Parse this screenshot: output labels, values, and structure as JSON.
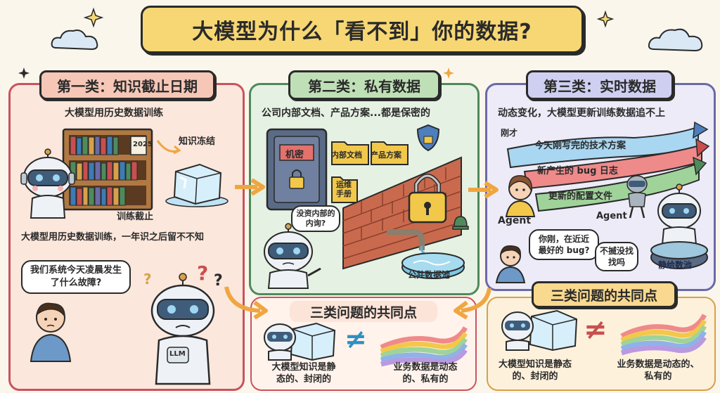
{
  "title": "大模型为什么「看不到」你的数据?",
  "panel1": {
    "tag": "第一类：知识截止日期",
    "subtitle": "大模型用历史数据训练",
    "year": "2025",
    "freeze_label": "知识冻结",
    "cutoff_label": "训练截止",
    "caption": "大模型用历史数据训练，一年识之后留不不知",
    "user_question": "我们系统今天凌晨发生了什么故障?",
    "robot_badge": "LLM"
  },
  "panel2": {
    "tag": "第二类：私有数据",
    "subtitle": "公司内部文档、产品方案...都是保密的",
    "safe_label": "机密",
    "folders": [
      "内部文档",
      "产品方案",
      "运维手册"
    ],
    "robot_question": "没资内部的内询?",
    "pool_label": "公共数据池"
  },
  "panel3": {
    "tag": "第三类：实时数据",
    "subtitle": "动态变化，大模型更新训练数据追不上",
    "just_now": "刚才",
    "streams": [
      "今天刚写完的技术方案",
      "新产生的 bug 日志",
      "更新的配置文件"
    ],
    "agent_left": "Agent",
    "agent_right": "Agent",
    "bubble_question": "你刚，在近近最好的 bug?",
    "bubble_reply": "不揻没找找吗",
    "pool_label": "静给数池"
  },
  "common_left": {
    "tag": "三类问题的共同点",
    "left_caption": "大模型知识是静态的、封闭的",
    "right_caption": "业务数据是动态的、私有的",
    "neq": "≠"
  },
  "common_right": {
    "tag": "三类问题的共同点",
    "left_caption": "大模型知识是静态的、封闭的",
    "right_caption": "业务数据是动态的、私有的",
    "neq": "≠"
  },
  "colors": {
    "banner": "#f7d774",
    "panel1": "#fbe7dc",
    "panel2": "#e5f1e3",
    "panel3": "#ecebf7",
    "arrow": "#f0a640"
  }
}
